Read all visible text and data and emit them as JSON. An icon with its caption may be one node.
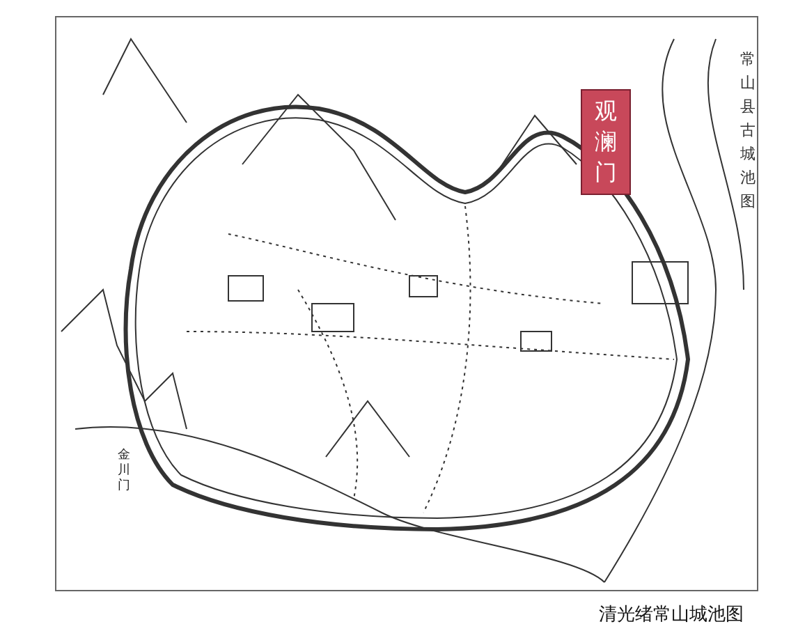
{
  "diagram": {
    "caption": "清光绪常山城池图",
    "nodes": [
      {
        "text": [
          "观澜门"
        ]
      }
    ],
    "labels": [
      "常山县古城池图",
      "金川门"
    ]
  }
}
